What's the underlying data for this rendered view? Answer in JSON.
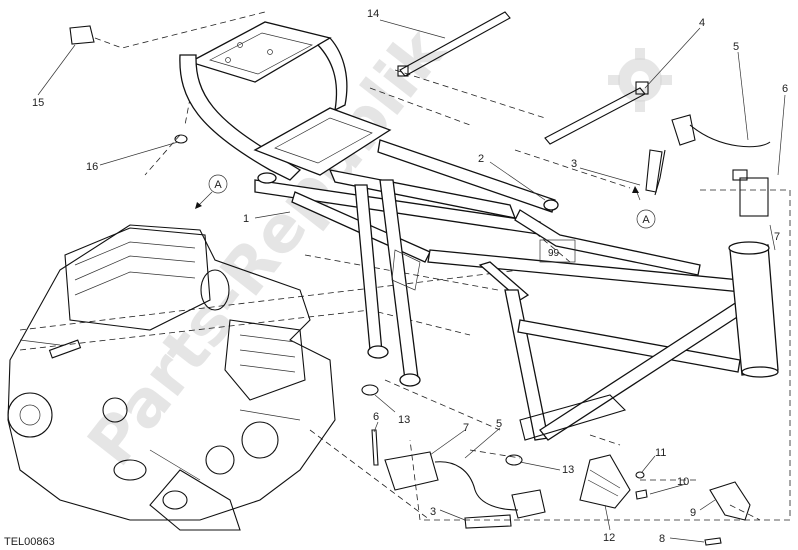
{
  "diagram": {
    "drawing_code": "TEL00863",
    "watermark": "Parts-Republik",
    "reference_marker": "A",
    "callouts": [
      {
        "id": "c1",
        "label": "1"
      },
      {
        "id": "c2",
        "label": "2"
      },
      {
        "id": "c3a",
        "label": "3"
      },
      {
        "id": "c3b",
        "label": "3"
      },
      {
        "id": "c4",
        "label": "4"
      },
      {
        "id": "c5a",
        "label": "5"
      },
      {
        "id": "c5b",
        "label": "5"
      },
      {
        "id": "c6a",
        "label": "6"
      },
      {
        "id": "c6b",
        "label": "6"
      },
      {
        "id": "c7a",
        "label": "7"
      },
      {
        "id": "c7b",
        "label": "7"
      },
      {
        "id": "c8",
        "label": "8"
      },
      {
        "id": "c9",
        "label": "9"
      },
      {
        "id": "c10",
        "label": "10"
      },
      {
        "id": "c11",
        "label": "11"
      },
      {
        "id": "c12",
        "label": "12"
      },
      {
        "id": "c13a",
        "label": "13"
      },
      {
        "id": "c13b",
        "label": "13"
      },
      {
        "id": "c14",
        "label": "14"
      },
      {
        "id": "c15",
        "label": "15"
      },
      {
        "id": "c16",
        "label": "16"
      }
    ]
  }
}
